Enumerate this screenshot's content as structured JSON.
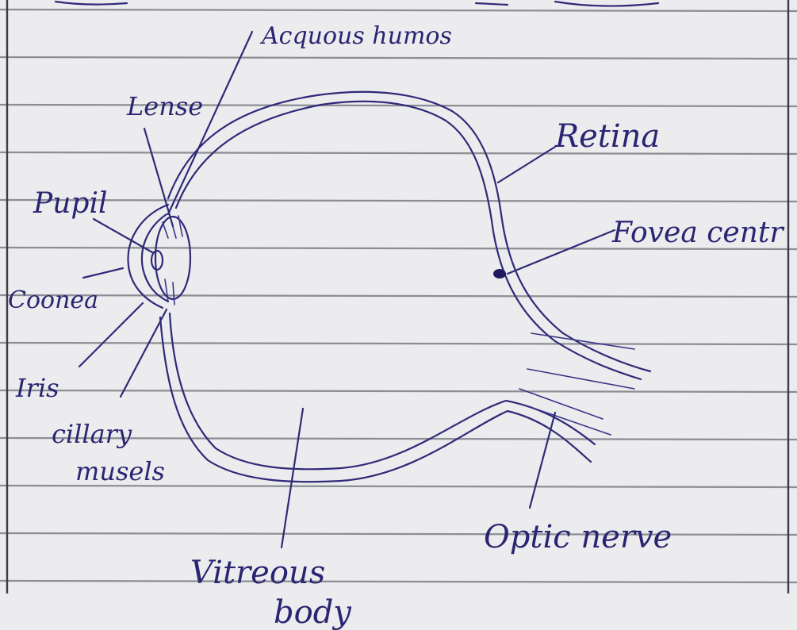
{
  "labels": {
    "aqueous_humour": "Acquous humos",
    "lense": "Lense",
    "pupil": "Pupil",
    "cornea": "Coonea",
    "iris": "Iris",
    "ciliary_muscles_1": "cillary",
    "ciliary_muscles_2": "musels",
    "retina": "Retina",
    "fovea_centralis": "Fovea centr",
    "optic_nerve": "Optic nerve",
    "vitreous_body_1": "Vitreous",
    "vitreous_body_2": "body"
  },
  "colors": {
    "ink": "#2f2a78",
    "paper": "#ecebed",
    "rule": "#6d6f78"
  }
}
